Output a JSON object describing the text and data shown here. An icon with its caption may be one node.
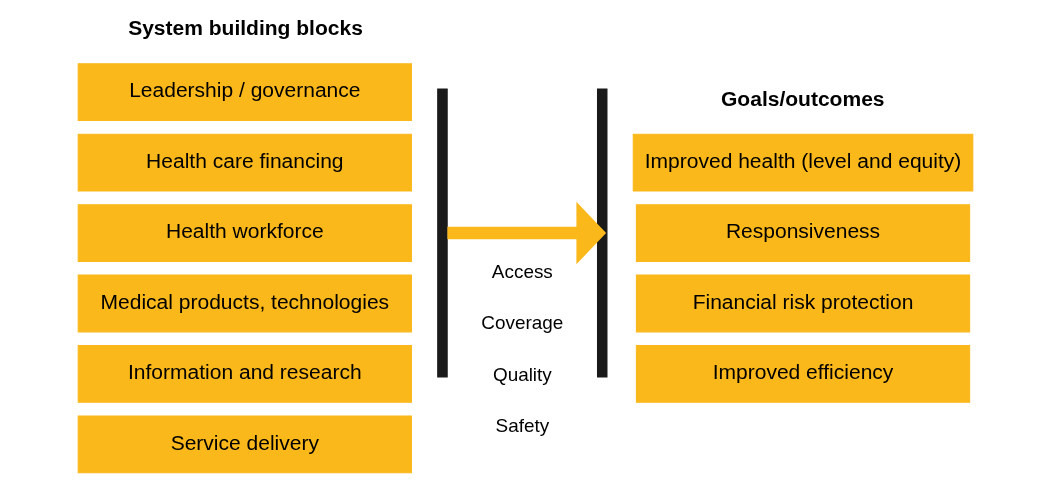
{
  "diagram": {
    "nodes": [
      {
        "text": [
          "Leadership / governance"
        ]
      },
      {
        "text": [
          "Health care financing"
        ]
      },
      {
        "text": [
          "Health workforce"
        ]
      },
      {
        "text": [
          "Medical products, technologies"
        ]
      },
      {
        "text": [
          "Information and research"
        ]
      },
      {
        "text": [
          "Service delivery"
        ]
      },
      {
        "text": [
          "Improved health (level and equity)"
        ]
      },
      {
        "text": [
          "Responsiveness"
        ]
      },
      {
        "text": [
          "Financial risk protection"
        ]
      },
      {
        "text": [
          "Improved efficiency"
        ]
      },
      {
        "text": [],
        "shape": "brace"
      },
      {
        "text": [],
        "shape": "brace"
      }
    ],
    "edges": [
      {
        "from": 10,
        "to": 11,
        "arrow": "to"
      }
    ],
    "labels": [
      "System building blocks",
      "Goals/outcomes",
      "Access",
      "Coverage",
      "Quality",
      "Safety"
    ]
  }
}
